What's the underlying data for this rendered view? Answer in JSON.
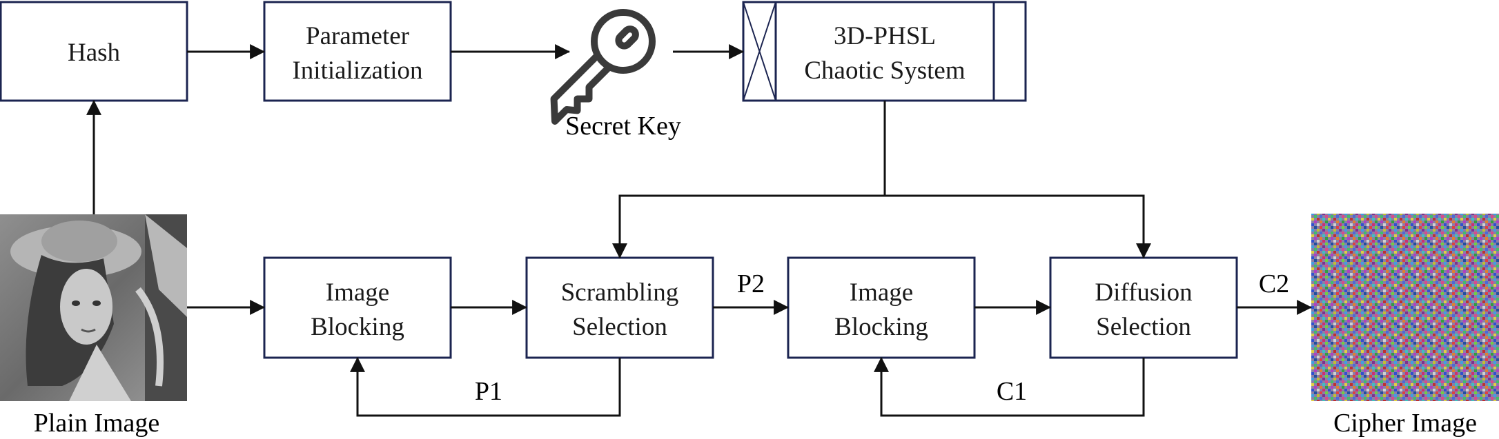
{
  "nodes": {
    "hash": {
      "label": "Hash"
    },
    "param_init": {
      "line1": "Parameter",
      "line2": "Initialization"
    },
    "secret_key": {
      "label": "Secret Key"
    },
    "chaotic_system": {
      "line1": "3D-PHSL",
      "line2": "Chaotic System"
    },
    "plain_image": {
      "label": "Plain Image"
    },
    "image_blocking_1": {
      "line1": "Image",
      "line2": "Blocking"
    },
    "scrambling_selection": {
      "line1": "Scrambling",
      "line2": "Selection"
    },
    "image_blocking_2": {
      "line1": "Image",
      "line2": "Blocking"
    },
    "diffusion_selection": {
      "line1": "Diffusion",
      "line2": "Selection"
    },
    "cipher_image": {
      "label": "Cipher Image"
    }
  },
  "edge_labels": {
    "p1": "P1",
    "p2": "P2",
    "c1": "C1",
    "c2": "C2"
  },
  "colors": {
    "box_border": "#1b2450",
    "arrow": "#111111",
    "key_icon": "#3a3a3a"
  }
}
